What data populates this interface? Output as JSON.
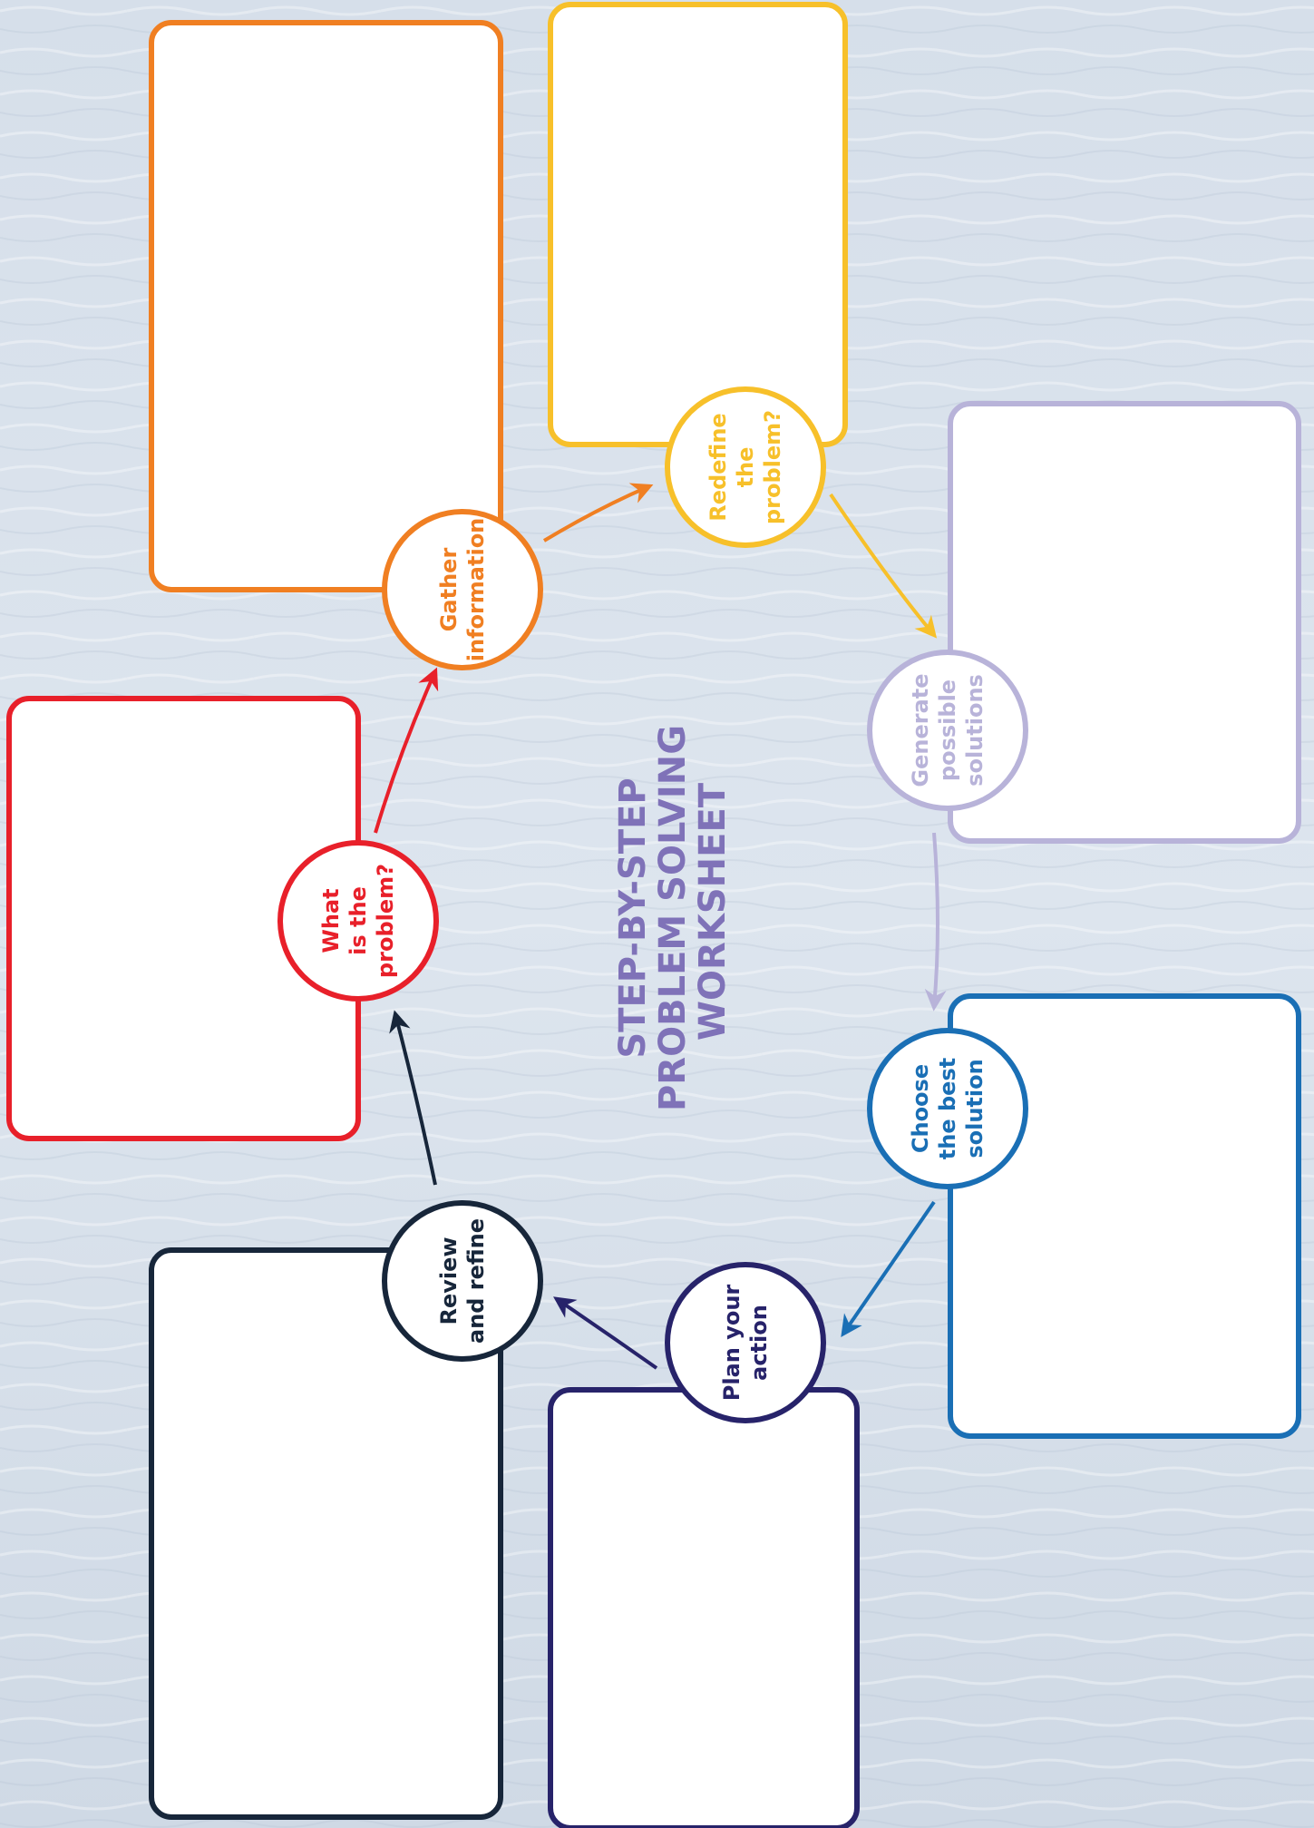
{
  "title": {
    "lines": [
      "STEP-BY-STEP",
      "PROBLEM SOLVING",
      "WORKSHEET"
    ],
    "color": "#7f72b8"
  },
  "steps": [
    {
      "id": "what-is-the-problem",
      "lines": [
        "What",
        "is the",
        "problem?"
      ],
      "color": "#e8202a"
    },
    {
      "id": "gather-information",
      "lines": [
        "Gather",
        "information"
      ],
      "color": "#f07f22"
    },
    {
      "id": "redefine-the-problem",
      "lines": [
        "Redefine",
        "the",
        "problem?"
      ],
      "color": "#f7c02a"
    },
    {
      "id": "generate-possible-solutions",
      "lines": [
        "Generate",
        "possible",
        "solutions"
      ],
      "color": "#b8b3d9"
    },
    {
      "id": "choose-the-best-solution",
      "lines": [
        "Choose",
        "the best",
        "solution"
      ],
      "color": "#1a6fb5"
    },
    {
      "id": "plan-your-action",
      "lines": [
        "Plan your",
        "action"
      ],
      "color": "#27236a"
    },
    {
      "id": "review-and-refine",
      "lines": [
        "Review",
        "and refine"
      ],
      "color": "#17263a"
    }
  ],
  "flow": [
    {
      "from": "what-is-the-problem",
      "to": "gather-information"
    },
    {
      "from": "gather-information",
      "to": "redefine-the-problem"
    },
    {
      "from": "redefine-the-problem",
      "to": "generate-possible-solutions"
    },
    {
      "from": "generate-possible-solutions",
      "to": "choose-the-best-solution"
    },
    {
      "from": "choose-the-best-solution",
      "to": "plan-your-action"
    },
    {
      "from": "plan-your-action",
      "to": "review-and-refine"
    },
    {
      "from": "review-and-refine",
      "to": "what-is-the-problem"
    }
  ]
}
